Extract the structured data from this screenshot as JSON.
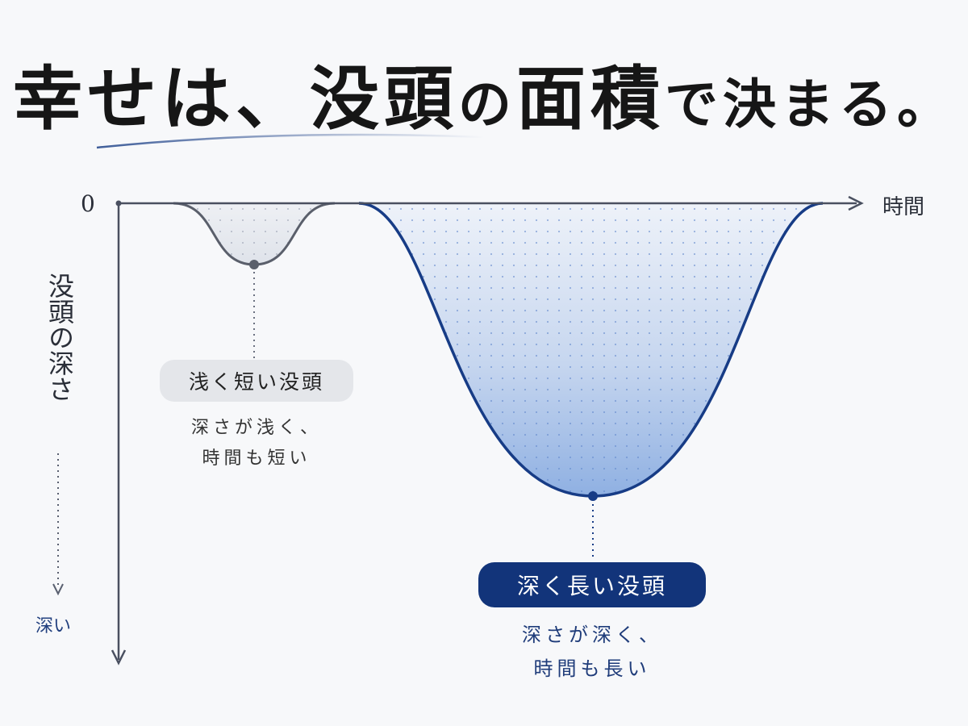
{
  "title": {
    "part1": "幸せは、没頭",
    "part2": "の",
    "part3": "面積",
    "part4": "で決まる。"
  },
  "axes": {
    "origin": "0",
    "x_label": "時間",
    "y_label": "没頭の深さ",
    "y_direction_label": "深い"
  },
  "shallow": {
    "label": "浅く短い没頭",
    "desc_line1": "深さが浅く、",
    "desc_line2": "時間も短い"
  },
  "deep": {
    "label": "深く長い没頭",
    "desc_line1": "深さが深く、",
    "desc_line2": "時間も長い"
  },
  "colors": {
    "axis": "#4a5060",
    "shallow_curve": "#5a5f6b",
    "deep_curve": "#173c86",
    "deep_label_bg": "#12347a",
    "shallow_label_bg": "#e4e6ea",
    "title_underline": "#2b4d8f"
  }
}
